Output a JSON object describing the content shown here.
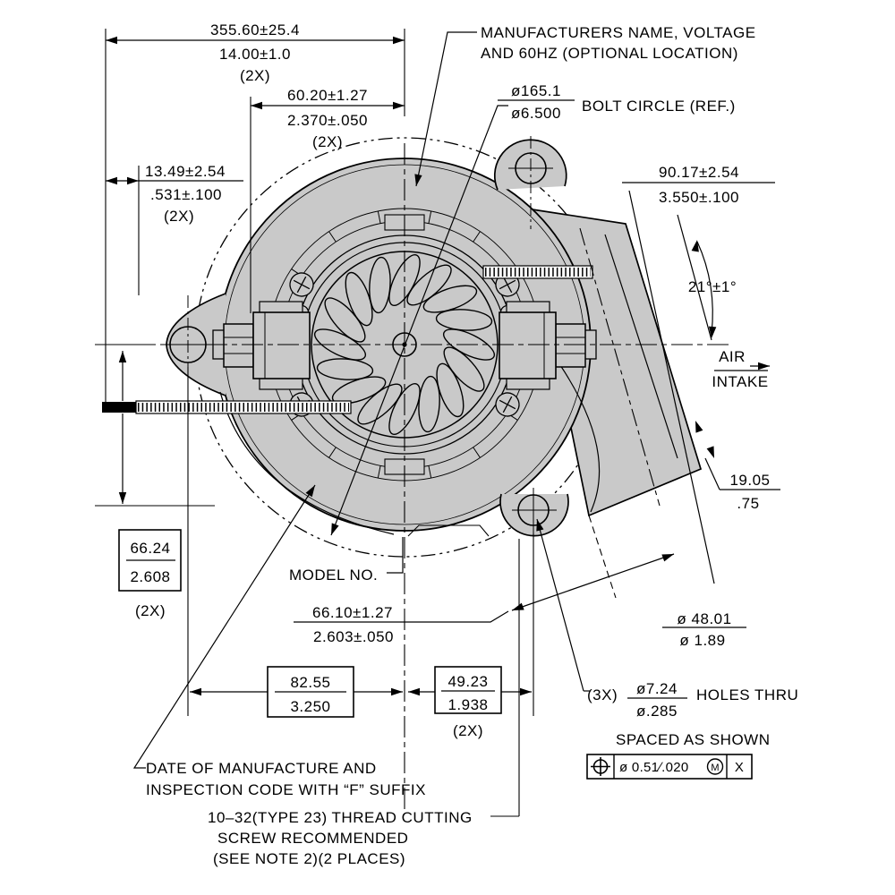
{
  "colors": {
    "background": "#ffffff",
    "line": "#000000",
    "body_fill": "#c9c9c9"
  },
  "dims": {
    "lead_length": {
      "mm": "355.60±25.4",
      "in": "14.00±1.0",
      "qty": "(2X)"
    },
    "lead_exit": {
      "mm": "60.20±1.27",
      "in": "2.370±.050",
      "qty": "(2X)"
    },
    "side_offset": {
      "mm": "13.49±2.54",
      "in": ".531±.100",
      "qty": "(2X)"
    },
    "bolt_circle": {
      "mm": "ø165.1",
      "in": "ø6.500",
      "label": "BOLT CIRCLE (REF.)"
    },
    "intake_length": {
      "mm": "90.17±2.54",
      "in": "3.550±.100"
    },
    "intake_angle": "21°±1°",
    "air_intake": {
      "line1": "AIR",
      "line2": "INTAKE"
    },
    "wall_depth": {
      "mm": "19.05",
      "in": ".75"
    },
    "intake_dia": {
      "mm": "ø 48.01",
      "in": "ø 1.89"
    },
    "height_below": {
      "mm": "66.24",
      "in": "2.608",
      "qty": "(2X)"
    },
    "center_to_hole": {
      "mm": "66.10±1.27",
      "in": "2.603±.050"
    },
    "lug_left_span": {
      "mm": "82.55",
      "in": "3.250"
    },
    "lug_right_span": {
      "mm": "49.23",
      "in": "1.938",
      "qty": "(2X)"
    }
  },
  "notes": {
    "manufacturer": {
      "line1": "MANUFACTURERS NAME, VOLTAGE",
      "line2": "AND 60HZ (OPTIONAL LOCATION)"
    },
    "model_no": "MODEL NO.",
    "date_code": {
      "line1": "DATE OF MANUFACTURE AND",
      "line2": "INSPECTION CODE WITH “F” SUFFIX"
    },
    "screw": {
      "line1": "10–32(TYPE 23) THREAD CUTTING",
      "line2": "SCREW RECOMMENDED",
      "line3": "(SEE NOTE 2)(2 PLACES)"
    },
    "holes": {
      "qty": "(3X)",
      "mm": "ø7.24",
      "in": "ø.285",
      "suffix": "HOLES THRU",
      "spacing": "SPACED AS SHOWN"
    },
    "fcf": {
      "tolerance": "ø 0.51∕.020",
      "modifier": "M",
      "datum": "X"
    }
  }
}
